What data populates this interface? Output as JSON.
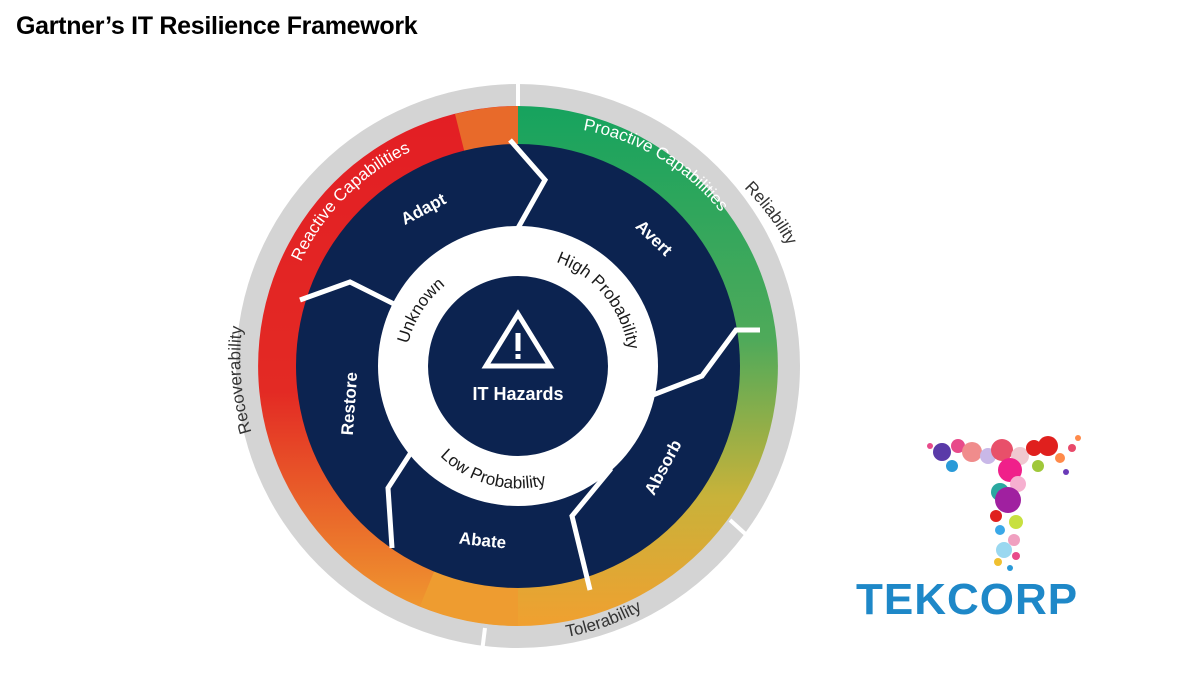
{
  "title": "Gartner’s IT Resilience Framework",
  "outer_ring": {
    "labels": [
      "Recoverability",
      "Reliability",
      "Tolerability"
    ]
  },
  "capabilities": {
    "reactive": "Reactive Capabilities",
    "proactive": "Proactive Capabilities",
    "colors": {
      "reactive": "#e31e24",
      "proactive": "#1aa35a",
      "tolerance": "#f0a030"
    }
  },
  "segments": [
    "Adapt",
    "Avert",
    "Absorb",
    "Abate",
    "Restore"
  ],
  "inner_ring": [
    "Unknown",
    "High Probability",
    "Low Probability"
  ],
  "hub": {
    "label": "IT Hazards",
    "icon": "warning-triangle-icon"
  },
  "logo": {
    "text": "TEKCORP",
    "icon": "tekcorp-t-dots-logo"
  },
  "colors": {
    "navy": "#0c2350",
    "outer_grey": "#d4d4d4"
  }
}
